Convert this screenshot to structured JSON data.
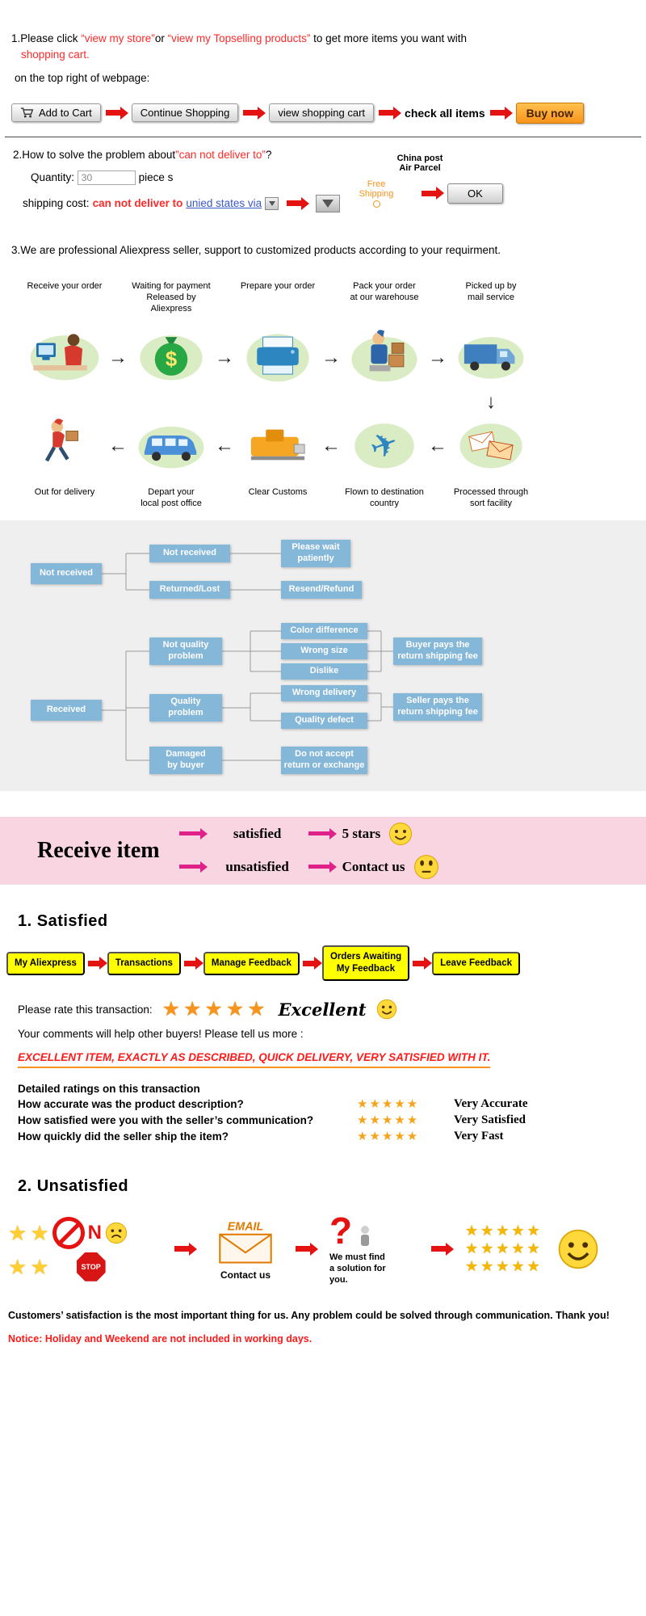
{
  "intro": {
    "l1_black1": "1.Please click ",
    "l1_red1": "“view my store”",
    "l1_black2": "or ",
    "l1_red2": "“view my Topselling products”",
    "l1_black3": " to get more items you want with",
    "l2_red": "shopping cart.",
    "l3": "on the top right of webpage:"
  },
  "cart_flow": {
    "add_to_cart": "Add to Cart",
    "continue_shopping": "Continue Shopping",
    "view_cart": "view shopping cart",
    "check_all": "check all items",
    "buy_now": "Buy now"
  },
  "deliver": {
    "heading_black": "2.How to solve the problem about",
    "heading_red": "”can not deliver to”",
    "heading_tail": "?",
    "quantity_label": "Quantity:",
    "quantity_value": "30",
    "quantity_unit": "piece s",
    "shipping_black": "shipping cost:",
    "shipping_red": "can not deliver to",
    "shipping_link": "unied states via",
    "china_post": "China post\nAir Parcel",
    "free_shipping": "Free\nShipping",
    "ok": "OK"
  },
  "sec3": "3.We are professional Aliexpress seller, support to customized products according to your requirment.",
  "process": {
    "top": [
      "Receive your order",
      "Waiting for payment\nReleased by Aliexpress",
      "Prepare your order",
      "Pack your order\nat our warehouse",
      "Picked up by\nmail service"
    ],
    "bottom": [
      "Out for delivery",
      "Depart your\nlocal post office",
      "Clear Customs",
      "Flown to destination\ncountry",
      "Processed through\nsort facility"
    ]
  },
  "flowchart": {
    "root_not_received": "Not received",
    "mid_not_received": "Not received",
    "mid_returned_lost": "Returned/Lost",
    "res_wait": "Please wait\npatiently",
    "res_resend": "Resend/Refund",
    "root_received": "Received",
    "mid_not_quality": "Not quality\nproblem",
    "mid_quality": "Quality\nproblem",
    "mid_damaged": "Damaged\nby buyer",
    "sub_color": "Color difference",
    "sub_size": "Wrong size",
    "sub_dislike": "Dislike",
    "sub_wrong_delivery": "Wrong delivery",
    "sub_defect": "Quality defect",
    "sub_no_return": "Do not accept\nreturn or exchange",
    "res_buyer_pays": "Buyer pays the\nreturn shipping fee",
    "res_seller_pays": "Seller pays the\nreturn shipping fee"
  },
  "banner": {
    "title": "Receive item",
    "satisfied": "satisfied",
    "unsatisfied": "unsatisfied",
    "five_stars": "5 stars",
    "contact_us": "Contact us"
  },
  "satisfied": {
    "heading": "1. Satisfied",
    "steps": [
      "My Aliexpress",
      "Transactions",
      "Manage Feedback",
      "Orders Awaiting\nMy Feedback",
      "Leave Feedback"
    ],
    "rate_label": "Please rate this transaction:",
    "stars": "★★★★★",
    "excellent": "Excellent",
    "comments": "Your comments will help other buyers! Please tell us more :",
    "example": "EXCELLENT ITEM, EXACTLY AS DESCRIBED, QUICK DELIVERY, VERY SATISFIED WITH IT.",
    "detailed": "Detailed ratings on this transaction",
    "rows": [
      {
        "q": "How accurate was the product description?",
        "stars": "★★★★★",
        "a": "Very Accurate"
      },
      {
        "q": "How satisfied were you with the seller’s communication?",
        "stars": "★★★★★",
        "a": "Very Satisfied"
      },
      {
        "q": "How quickly did the seller ship the item?",
        "stars": "★★★★★",
        "a": "Very Fast"
      }
    ]
  },
  "unsatisfied": {
    "heading": "2. Unsatisfied",
    "n": "N",
    "stop": "STOP",
    "email": "EMAIL",
    "contact_us": "Contact us",
    "solution": "We must find\na solution for\nyou.",
    "star_row": "★★★★★"
  },
  "footer": {
    "text": "Customers’ satisfaction is the most important thing for us. Any problem could be solved through communication. Thank you!",
    "notice": "Notice: Holiday and Weekend are not included in working days."
  },
  "colors": {
    "red_text": "#ff2a2a",
    "red_arrow": "#e51212",
    "flow_box_blue": "#85b7d9",
    "flow_bg_gray": "#efefef",
    "banner_pink": "#f9d5e2",
    "magenta_arrow": "#e0218a",
    "button_yellow": "#ffff00",
    "buy_now_orange": "#f7941d",
    "star_orange": "#f5a31a",
    "star_yellow": "#ffcf33"
  }
}
